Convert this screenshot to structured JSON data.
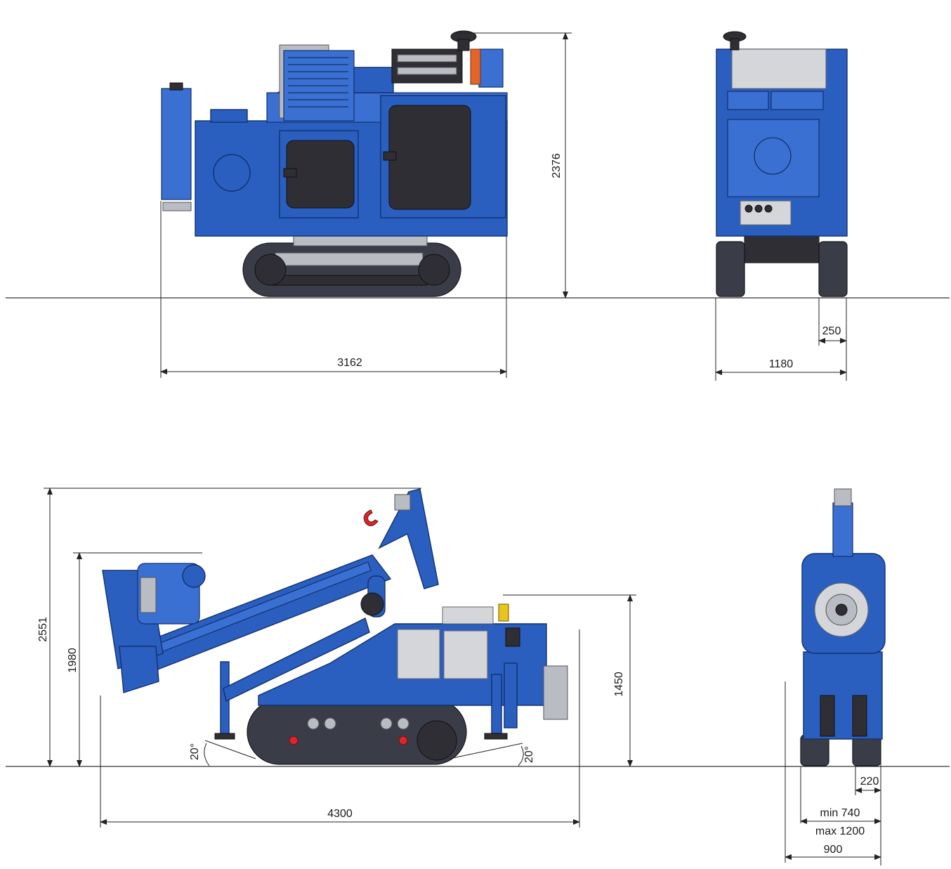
{
  "views": {
    "transport_side": {
      "height_dim": "2376",
      "length_dim": "3162"
    },
    "transport_rear": {
      "track_width_dim": "250",
      "overall_width_dim": "1180"
    },
    "working_side": {
      "max_height_dim": "2551",
      "head_height_dim": "1980",
      "body_height_dim": "1450",
      "length_dim": "4300",
      "front_angle": "20°",
      "rear_angle": "20°"
    },
    "working_rear": {
      "track_width_dim": "220",
      "gauge_min": "min 740",
      "gauge_max": "max 1200",
      "overall_width_dim": "900"
    }
  },
  "colors": {
    "machine_blue": "#2a5fc0",
    "track_dark": "#3a3d48",
    "window_dark": "#2e2e34",
    "accent_orange": "#e0652b",
    "hook_red": "#d8262c"
  }
}
